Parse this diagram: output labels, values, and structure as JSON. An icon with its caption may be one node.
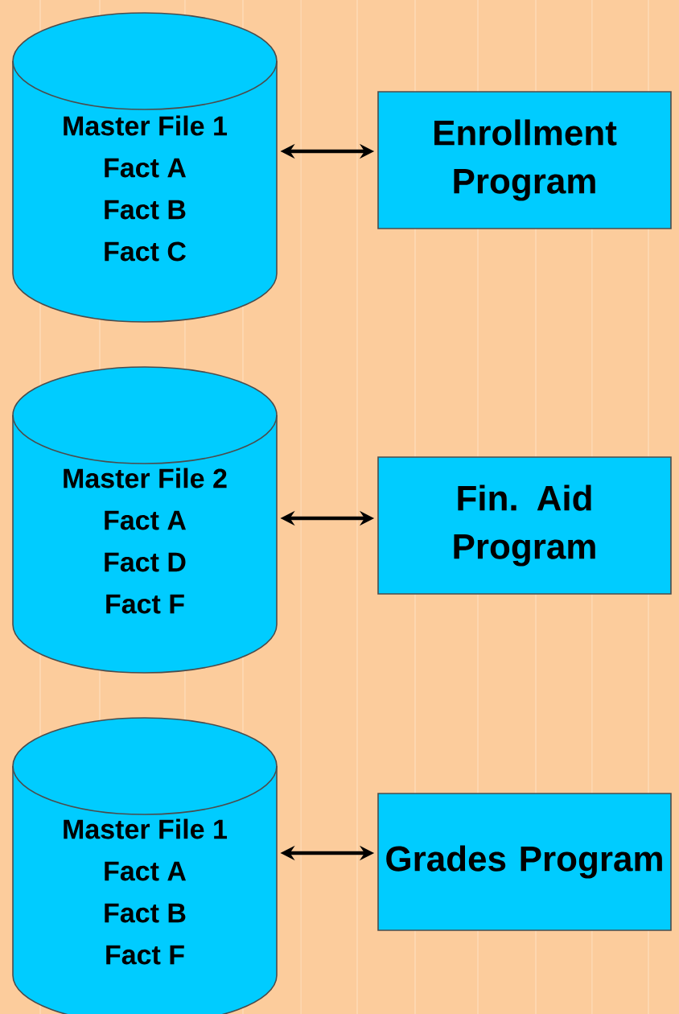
{
  "diagram": {
    "nodes": [
      {
        "text": [
          "Master File 1",
          "Fact A",
          "Fact B",
          "Fact C"
        ]
      },
      {
        "text": [
          "Enrollment Program"
        ]
      },
      {
        "text": [
          "Master File 2",
          "Fact A",
          "Fact D",
          "Fact F"
        ]
      },
      {
        "text": [
          "Fin. Aid Program"
        ]
      },
      {
        "text": [
          "Master File 1",
          "Fact A",
          "Fact B",
          "Fact F"
        ]
      },
      {
        "text": [
          "Grades Program"
        ]
      }
    ],
    "edges": [
      {
        "from": 0,
        "to": 1,
        "arrow": "both"
      },
      {
        "from": 2,
        "to": 3,
        "arrow": "both"
      },
      {
        "from": 4,
        "to": 5,
        "arrow": "both"
      }
    ]
  }
}
